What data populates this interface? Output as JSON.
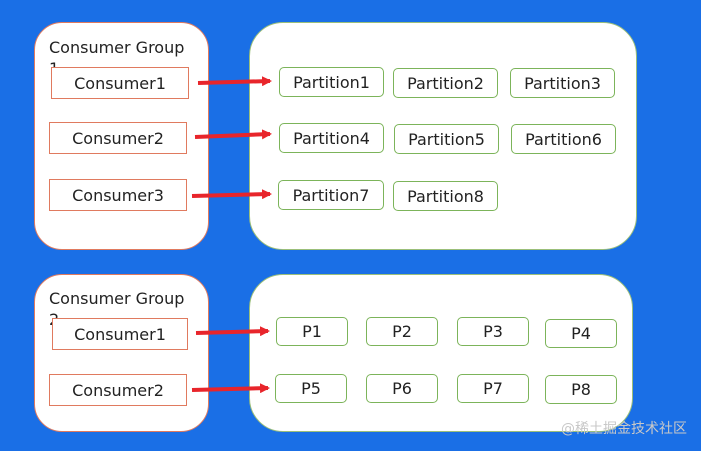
{
  "group1": {
    "title": "Consumer Group 1",
    "consumers": [
      "Consumer1",
      "Consumer2",
      "Consumer3"
    ],
    "partitions": [
      "Partition1",
      "Partition2",
      "Partition3",
      "Partition4",
      "Partition5",
      "Partition6",
      "Partition7",
      "Partition8"
    ]
  },
  "group2": {
    "title": "Consumer Group 2",
    "consumers": [
      "Consumer1",
      "Consumer2"
    ],
    "partitions": [
      "P1",
      "P2",
      "P3",
      "P4",
      "P5",
      "P6",
      "P7",
      "P8"
    ]
  },
  "watermark": "@稀土掘金技术社区",
  "colors": {
    "background": "#1a6fe6",
    "consumer_border": "#e07a5f",
    "partition_border": "#7cb45a",
    "arrow": "#e8252b"
  }
}
